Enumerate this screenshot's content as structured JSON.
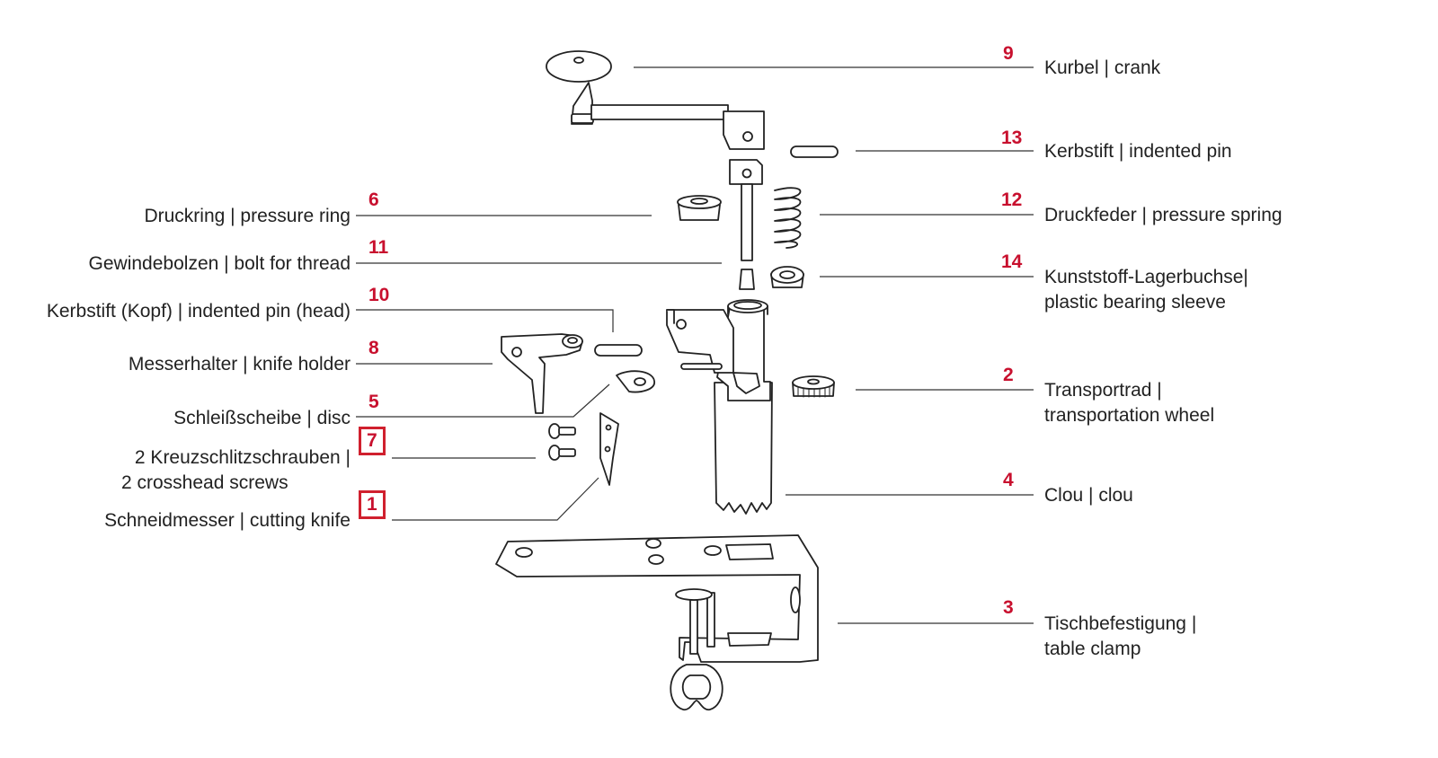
{
  "colors": {
    "number": "#c8102e",
    "box": "#d0202e",
    "text": "#222222",
    "line": "#333333"
  },
  "parts": [
    {
      "id": "p9",
      "number": "9",
      "boxed": false,
      "side": "right",
      "line1": "Kurbel | crank",
      "line2": ""
    },
    {
      "id": "p13",
      "number": "13",
      "boxed": false,
      "side": "right",
      "line1": "Kerbstift | indented pin",
      "line2": ""
    },
    {
      "id": "p12",
      "number": "12",
      "boxed": false,
      "side": "right",
      "line1": "Druckfeder | pressure spring",
      "line2": ""
    },
    {
      "id": "p14",
      "number": "14",
      "boxed": false,
      "side": "right",
      "line1": "Kunststoff-Lagerbuchse|",
      "line2": "plastic bearing sleeve"
    },
    {
      "id": "p2",
      "number": "2",
      "boxed": false,
      "side": "right",
      "line1": "Transportrad |",
      "line2": "transportation wheel"
    },
    {
      "id": "p4",
      "number": "4",
      "boxed": false,
      "side": "right",
      "line1": "Clou | clou",
      "line2": ""
    },
    {
      "id": "p3",
      "number": "3",
      "boxed": false,
      "side": "right",
      "line1": "Tischbefestigung |",
      "line2": "table clamp"
    },
    {
      "id": "p6",
      "number": "6",
      "boxed": false,
      "side": "left",
      "line1": "Druckring | pressure ring",
      "line2": ""
    },
    {
      "id": "p11",
      "number": "11",
      "boxed": false,
      "side": "left",
      "line1": "Gewindebolzen | bolt for thread",
      "line2": ""
    },
    {
      "id": "p10",
      "number": "10",
      "boxed": false,
      "side": "left",
      "line1": "Kerbstift (Kopf) | indented pin (head)",
      "line2": ""
    },
    {
      "id": "p8",
      "number": "8",
      "boxed": false,
      "side": "left",
      "line1": "Messerhalter | knife holder",
      "line2": ""
    },
    {
      "id": "p5",
      "number": "5",
      "boxed": false,
      "side": "left",
      "line1": "Schleißscheibe | disc",
      "line2": ""
    },
    {
      "id": "p7",
      "number": "7",
      "boxed": true,
      "side": "left",
      "line1": "2 Kreuzschlitzschrauben |",
      "line2": "2 crosshead screws"
    },
    {
      "id": "p1",
      "number": "1",
      "boxed": true,
      "side": "left",
      "line1": "Schneidmesser | cutting knife",
      "line2": ""
    }
  ]
}
